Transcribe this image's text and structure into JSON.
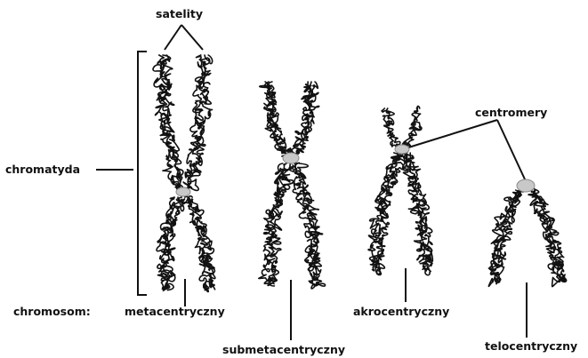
{
  "labels": {
    "satellites": "satelity",
    "chromatid": "chromatyda",
    "centromeres": "centromery",
    "chromosome": "chromosom:",
    "metacentric": "metacentryczny",
    "submetacentric": "submetacentryczny",
    "acrocentric": "akrocentryczny",
    "telocentric": "telocentryczny"
  }
}
